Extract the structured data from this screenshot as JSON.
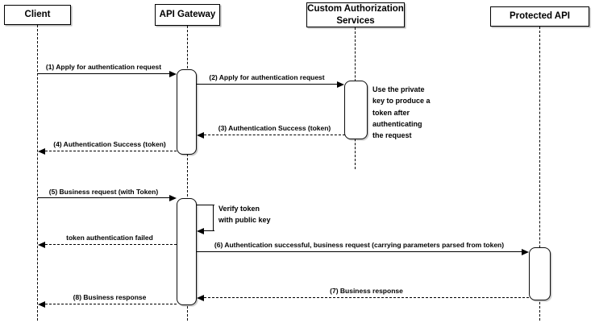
{
  "diagram": {
    "type": "uml-sequence-diagram",
    "actors": [
      {
        "label": "Client"
      },
      {
        "label": "API Gateway"
      },
      {
        "label": "Custom Authorization\nServices"
      },
      {
        "label": "Protected API"
      }
    ],
    "messages": [
      {
        "label": "(1) Apply for authentication request",
        "from": "Client",
        "to": "API Gateway",
        "line": "solid",
        "direction": "right"
      },
      {
        "label": "(2) Apply for authentication request",
        "from": "API Gateway",
        "to": "Custom Authorization Services",
        "line": "solid",
        "direction": "right"
      },
      {
        "label": "(3) Authentication Success (token)",
        "from": "Custom Authorization Services",
        "to": "API Gateway",
        "line": "dashed",
        "direction": "left"
      },
      {
        "label": "(4) Authentication Success (token)",
        "from": "API Gateway",
        "to": "Client",
        "line": "dashed",
        "direction": "left"
      },
      {
        "label": "(5) Business request (with Token)",
        "from": "Client",
        "to": "API Gateway",
        "line": "solid",
        "direction": "right"
      },
      {
        "label": "token authentication failed",
        "from": "API Gateway",
        "to": "Client",
        "line": "dashed",
        "direction": "left"
      },
      {
        "label": "(6) Authentication successful, business request (carrying parameters parsed from token)",
        "from": "API Gateway",
        "to": "Protected API",
        "line": "solid",
        "direction": "right"
      },
      {
        "label": "(7) Business response",
        "from": "Protected API",
        "to": "API Gateway",
        "line": "dashed",
        "direction": "left"
      },
      {
        "label": "(8) Business response",
        "from": "API Gateway",
        "to": "Client",
        "line": "dashed",
        "direction": "left"
      }
    ],
    "self_message": {
      "label": "Verify token\nwith public key",
      "actor": "API Gateway"
    },
    "notes": [
      {
        "label": "Use the private\nkey to produce a\ntoken after\nauthenticating\nthe request",
        "attached_to": "Custom Authorization Services"
      }
    ],
    "colors": {
      "line": "#000000",
      "background": "#ffffff",
      "box_fill": "#ffffff"
    }
  }
}
